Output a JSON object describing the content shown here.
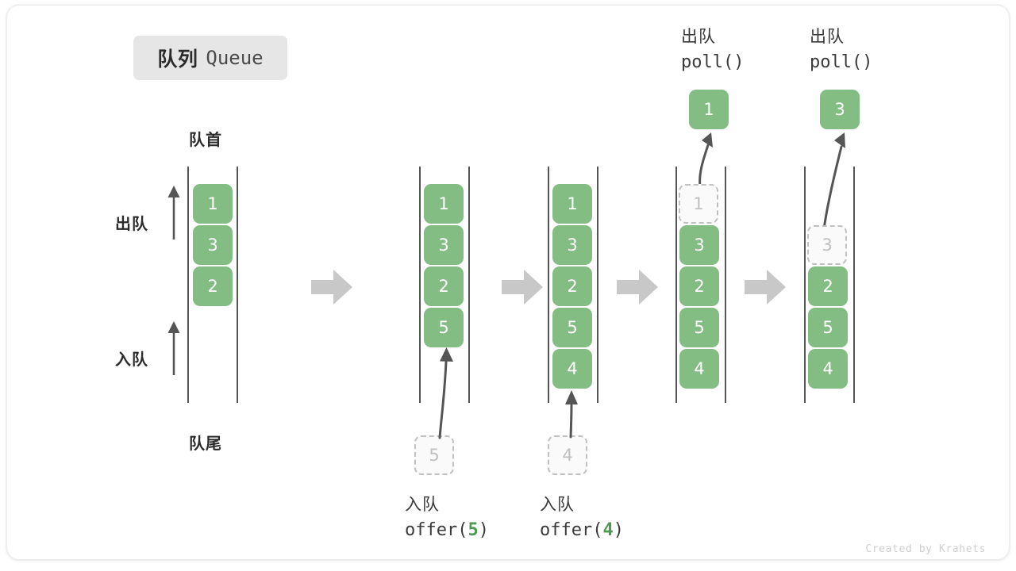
{
  "title": {
    "cn": "队列",
    "en": "Queue"
  },
  "labels": {
    "head": "队首",
    "tail": "队尾",
    "dequeue": "出队",
    "enqueue": "入队"
  },
  "watermark": "Created by Krahets",
  "colors": {
    "cell_green": "#84bd84",
    "cell_text": "#ffffff",
    "ghost_border": "#c0c0c0",
    "ghost_text": "#c0c0c0",
    "rail": "#555555",
    "arrow_gray": "#c8c8c8",
    "thin_arrow": "#555555",
    "badge_bg": "#e6e6e6",
    "accent_code_num": "#4f9a51"
  },
  "operations": [
    {
      "cn": "入队",
      "code_prefix": "offer(",
      "code_num": "5",
      "code_suffix": ")"
    },
    {
      "cn": "入队",
      "code_prefix": "offer(",
      "code_num": "4",
      "code_suffix": ")"
    },
    {
      "cn": "出队",
      "code_prefix": "poll(",
      "code_num": "",
      "code_suffix": ")"
    },
    {
      "cn": "出队",
      "code_prefix": "poll(",
      "code_num": "",
      "code_suffix": ")"
    }
  ],
  "columns": [
    {
      "name": "state-initial",
      "cells": [
        {
          "value": "1",
          "ghost": false
        },
        {
          "value": "3",
          "ghost": false
        },
        {
          "value": "2",
          "ghost": false
        }
      ],
      "pending_in": null,
      "popped_out": null
    },
    {
      "name": "state-after-offer-5",
      "cells": [
        {
          "value": "1",
          "ghost": false
        },
        {
          "value": "3",
          "ghost": false
        },
        {
          "value": "2",
          "ghost": false
        },
        {
          "value": "5",
          "ghost": false
        }
      ],
      "pending_in": "5",
      "popped_out": null
    },
    {
      "name": "state-after-offer-4",
      "cells": [
        {
          "value": "1",
          "ghost": false
        },
        {
          "value": "3",
          "ghost": false
        },
        {
          "value": "2",
          "ghost": false
        },
        {
          "value": "5",
          "ghost": false
        },
        {
          "value": "4",
          "ghost": false
        }
      ],
      "pending_in": "4",
      "popped_out": null
    },
    {
      "name": "state-after-poll-1",
      "cells": [
        {
          "value": "1",
          "ghost": true
        },
        {
          "value": "3",
          "ghost": false
        },
        {
          "value": "2",
          "ghost": false
        },
        {
          "value": "5",
          "ghost": false
        },
        {
          "value": "4",
          "ghost": false
        }
      ],
      "pending_in": null,
      "popped_out": "1"
    },
    {
      "name": "state-after-poll-3",
      "cells": [
        {
          "value": "",
          "ghost": null
        },
        {
          "value": "3",
          "ghost": true
        },
        {
          "value": "2",
          "ghost": false
        },
        {
          "value": "5",
          "ghost": false
        },
        {
          "value": "4",
          "ghost": false
        }
      ],
      "pending_in": null,
      "popped_out": "3"
    }
  ],
  "pending_boxes": [
    {
      "value": "5"
    },
    {
      "value": "4"
    }
  ],
  "popped_boxes": [
    {
      "value": "1"
    },
    {
      "value": "3"
    }
  ]
}
